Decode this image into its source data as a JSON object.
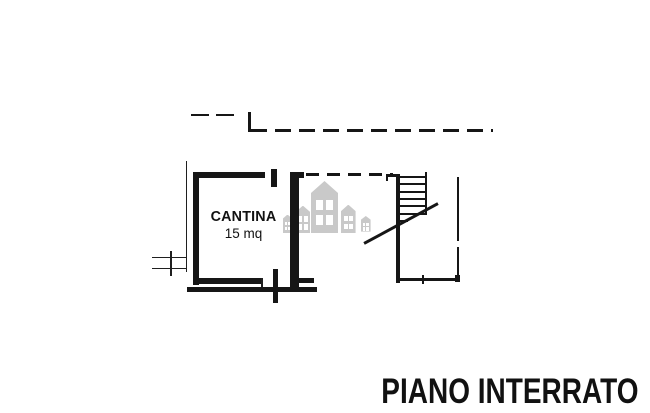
{
  "plan": {
    "room": {
      "label": "CANTINA",
      "area": "15 mq"
    },
    "floor_title": "PIANO INTERRATO"
  },
  "watermark": {
    "name": "houses-logo",
    "house_count": 5,
    "color": "#c9c9c9"
  },
  "colors": {
    "background": "#ffffff",
    "ink": "#161616",
    "thin_line": "#1f1f1f",
    "text": "#111111"
  }
}
